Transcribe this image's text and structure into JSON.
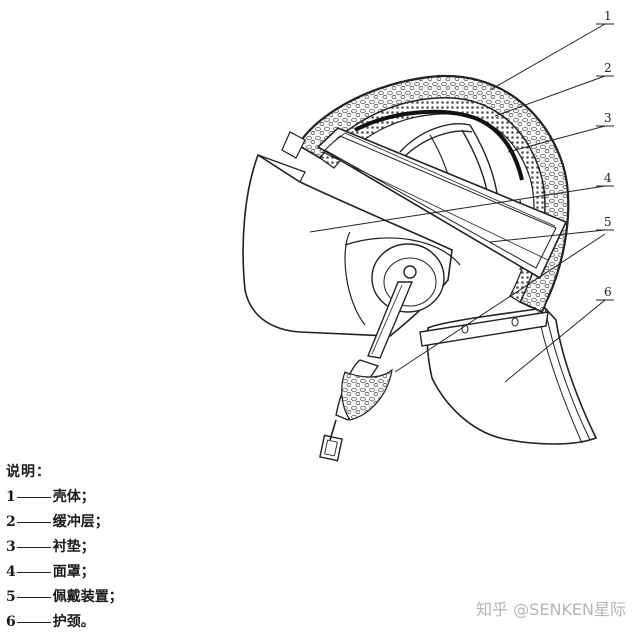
{
  "callouts": [
    {
      "num": "1",
      "label": "壳体"
    },
    {
      "num": "2",
      "label": "缓冲层"
    },
    {
      "num": "3",
      "label": "衬垫"
    },
    {
      "num": "4",
      "label": "面罩"
    },
    {
      "num": "5",
      "label": "佩戴装置"
    },
    {
      "num": "6",
      "label": "护颈"
    }
  ],
  "legend": {
    "title": "说明：",
    "terminators": [
      "；",
      "；",
      "；",
      "；",
      "；",
      "。"
    ]
  },
  "watermark": "知乎 @SENKEN星际"
}
